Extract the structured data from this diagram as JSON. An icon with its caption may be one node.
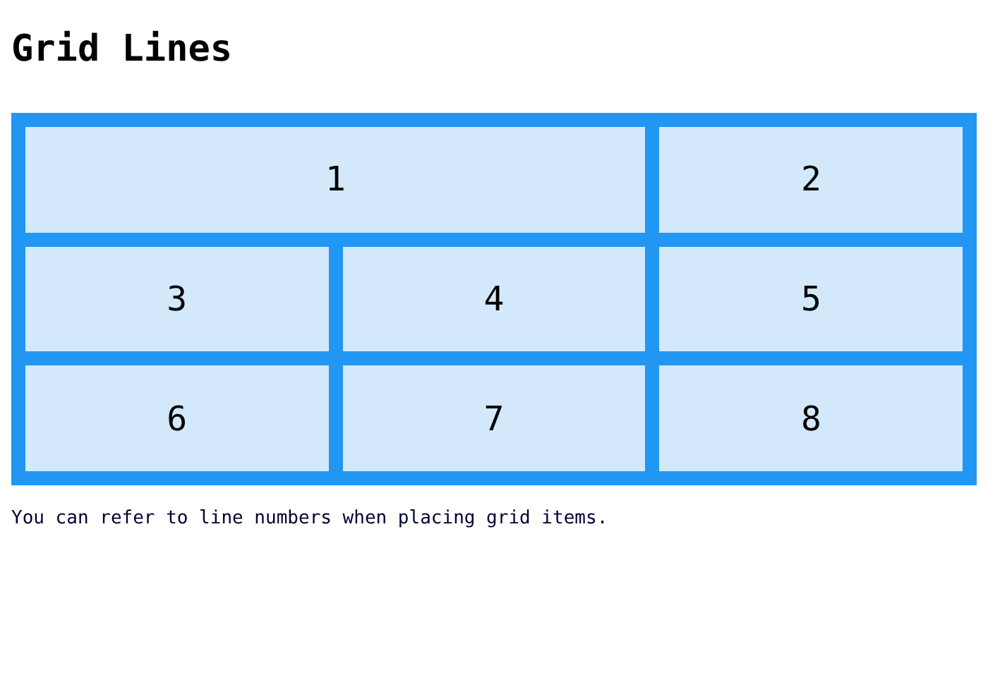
{
  "diagram": {
    "title": "Grid Lines",
    "nodes": [
      {
        "text": [],
        "shape": "box"
      },
      {
        "text": [
          "1"
        ],
        "in": 0
      },
      {
        "text": [
          "2"
        ],
        "in": 0
      },
      {
        "text": [
          "3"
        ],
        "in": 0
      },
      {
        "text": [
          "4"
        ],
        "in": 0
      },
      {
        "text": [
          "5"
        ],
        "in": 0
      },
      {
        "text": [
          "6"
        ],
        "in": 0
      },
      {
        "text": [
          "7"
        ],
        "in": 0
      },
      {
        "text": [
          "8"
        ],
        "in": 0
      }
    ],
    "labels": [
      "You can refer to line numbers when placing grid items."
    ]
  }
}
